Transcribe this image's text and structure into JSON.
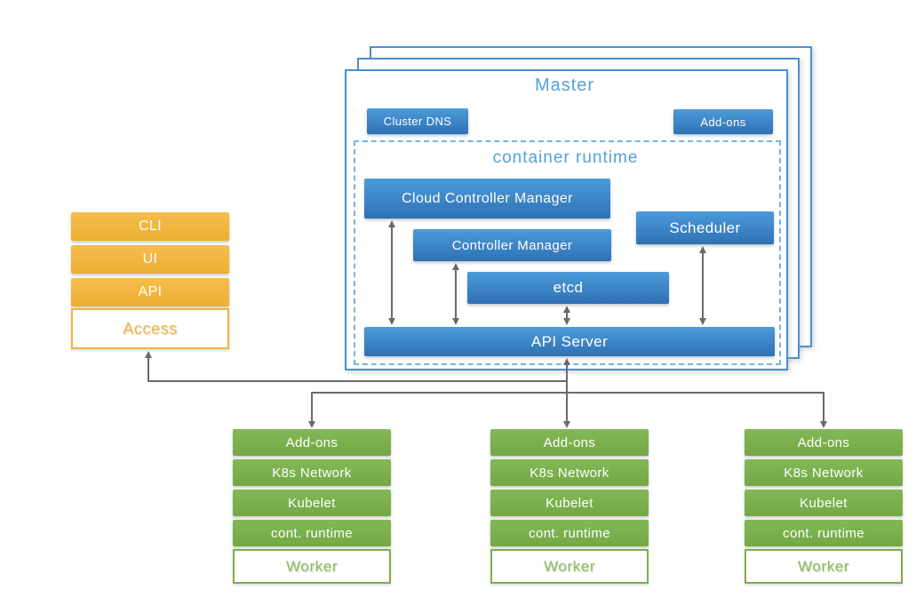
{
  "master": {
    "title": "Master",
    "cluster_dns_label": "Cluster DNS",
    "addons_label": "Add-ons",
    "container_runtime_title": "container runtime",
    "components": {
      "cloud_controller_manager": "Cloud Controller Manager",
      "controller_manager": "Controller Manager",
      "scheduler": "Scheduler",
      "etcd": "etcd",
      "api_server": "API Server"
    }
  },
  "access": {
    "bars": [
      "CLI",
      "UI",
      "API"
    ],
    "label": "Access"
  },
  "workers": {
    "nodes": [
      {
        "rows": [
          "Add-ons",
          "K8s Network",
          "Kubelet",
          "cont. runtime"
        ],
        "label": "Worker"
      },
      {
        "rows": [
          "Add-ons",
          "K8s Network",
          "Kubelet",
          "cont. runtime"
        ],
        "label": "Worker"
      },
      {
        "rows": [
          "Add-ons",
          "K8s Network",
          "Kubelet",
          "cont. runtime"
        ],
        "label": "Worker"
      }
    ]
  },
  "colors": {
    "blue_gradient_top": "#4d9bd9",
    "blue_gradient_bottom": "#2e71b5",
    "blue_border": "#4a90d2",
    "blue_text": "#55a0d9",
    "dashed_border": "#77b3e2",
    "orange_gradient_top": "#f5bd4d",
    "orange_gradient_bottom": "#eeae33",
    "orange_text": "#f2b845",
    "green_gradient_top": "#83b858",
    "green_gradient_bottom": "#73a844",
    "green_border": "#7aae4f",
    "green_text": "#8abf63",
    "arrow_gray": "#6a6a6a"
  }
}
